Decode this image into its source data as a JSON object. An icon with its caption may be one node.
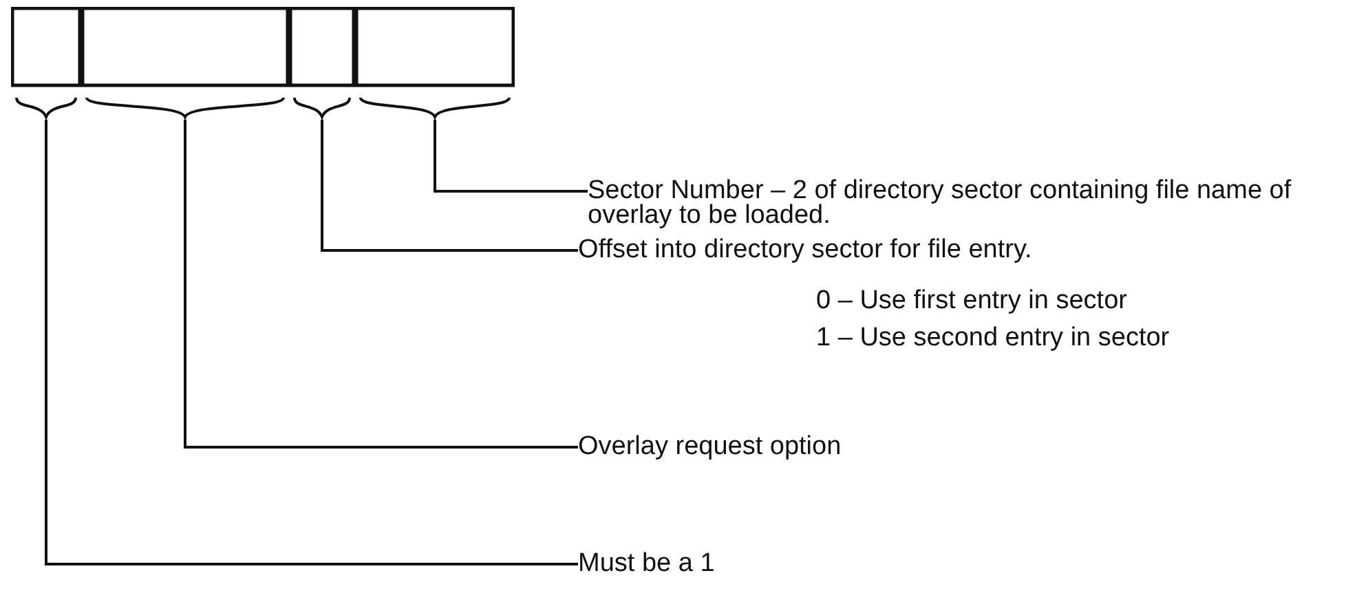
{
  "diagram": {
    "nodes": [
      {
        "text": [],
        "shape": "box"
      },
      {
        "text": [],
        "shape": "box"
      },
      {
        "text": [],
        "shape": "box"
      },
      {
        "text": [],
        "shape": "box"
      },
      {
        "text": [
          "Sector Number – 2 of directory sector containing file name of overlay to be loaded."
        ]
      },
      {
        "text": [
          "Offset into directory sector for file entry."
        ],
        "beside": [
          "0 – Use first entry in sector",
          "1 – Use second entry in sector"
        ]
      },
      {
        "text": [
          "Overlay request option"
        ]
      },
      {
        "text": [
          "Must be a 1"
        ]
      }
    ],
    "edges": [
      {
        "from": 4,
        "to": 3,
        "arrow": "none"
      },
      {
        "from": 5,
        "to": 2,
        "arrow": "none"
      },
      {
        "from": 6,
        "to": 1,
        "arrow": "none"
      },
      {
        "from": 7,
        "to": 0,
        "arrow": "none"
      }
    ]
  }
}
